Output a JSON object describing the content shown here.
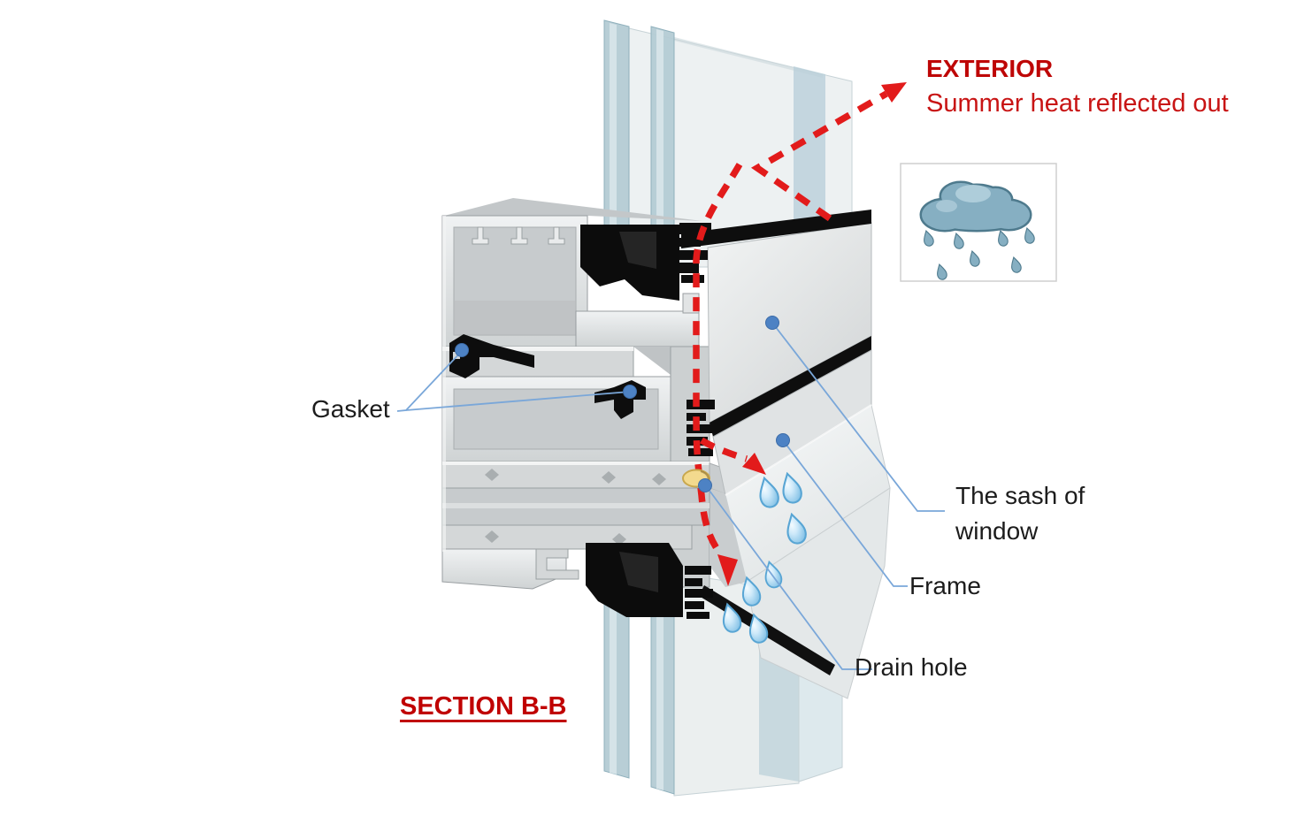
{
  "diagram": {
    "section_title": "SECTION B-B",
    "exterior": {
      "title": "EXTERIOR",
      "subtitle": "Summer heat reflected out"
    },
    "labels": {
      "gasket": "Gasket",
      "sash_line1": "The sash of",
      "sash_line2": "window",
      "frame": "Frame",
      "drain_hole": "Drain hole"
    },
    "icons": {
      "rain_cloud": "rain-cloud-icon"
    },
    "colors": {
      "annotation_red": "#C00000",
      "arrow_red": "#E21B1B",
      "leader_blue": "#7AA7D9",
      "marker_dot_blue": "#4D82C4",
      "drain_yellow": "#F3DA8E",
      "droplet_blue": "#9FD0EA",
      "cloud_blue": "#86AFC2",
      "aluminum_gray": "#DCDFE0",
      "glass_blue": "#B4CBD4",
      "gasket_black": "#0D0D0D"
    }
  }
}
